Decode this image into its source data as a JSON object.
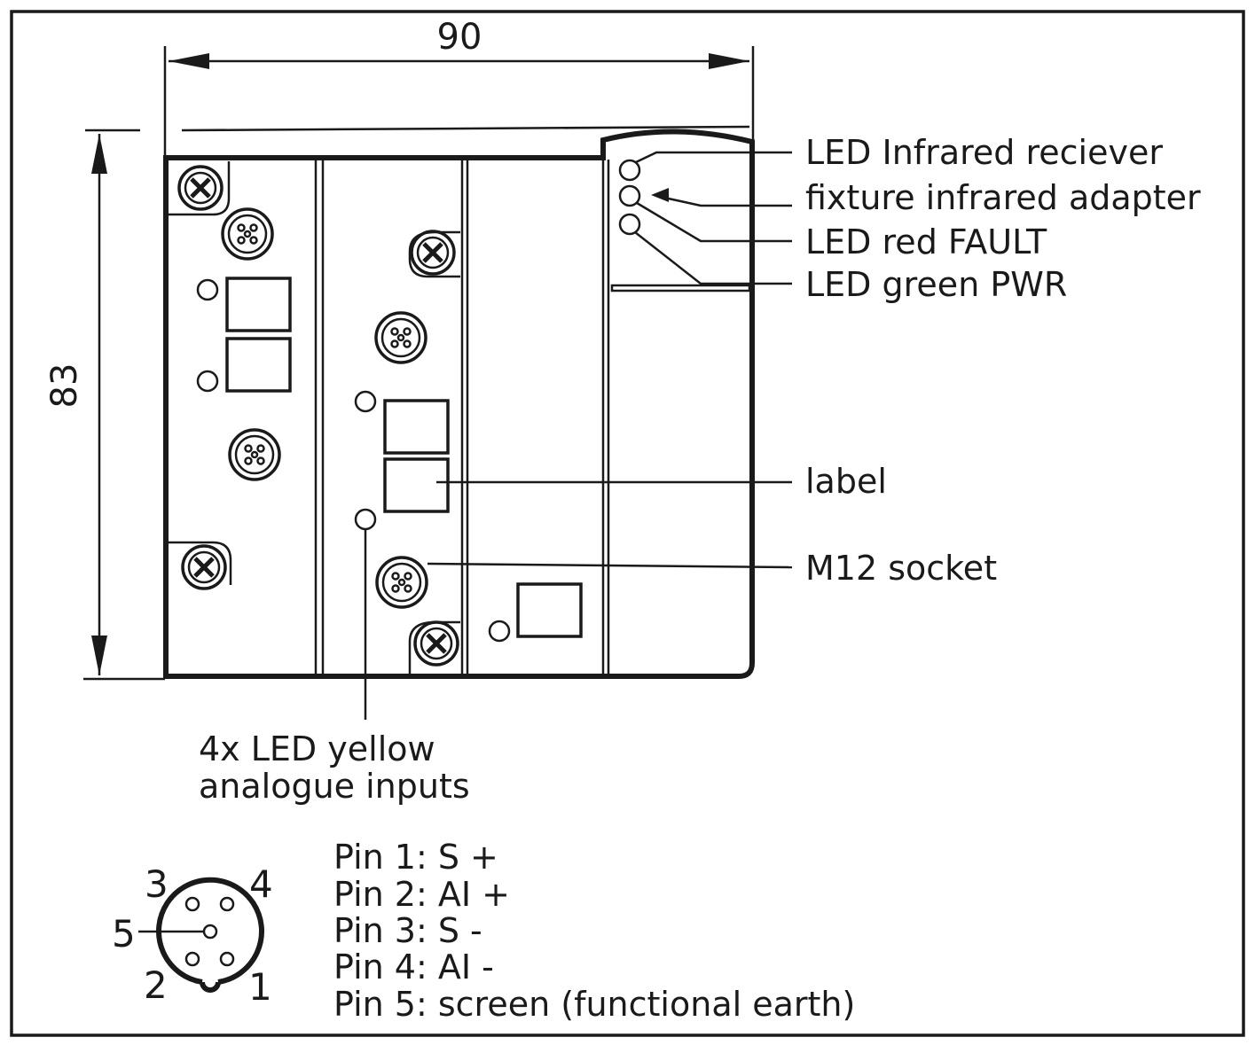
{
  "dimensions": {
    "width_label": "90",
    "height_label": "83"
  },
  "callouts": {
    "led_infrared": "LED Infrared reciever",
    "fixture_infrared": "fixture infrared adapter",
    "led_red": "LED red FAULT",
    "led_green": "LED green PWR",
    "label": "label",
    "m12_socket": "M12 socket"
  },
  "yellow_leds": {
    "line1": "4x LED yellow",
    "line2": "analogue inputs"
  },
  "pin_diagram": {
    "numbers": [
      "1",
      "2",
      "3",
      "4",
      "5"
    ],
    "pins": [
      "Pin 1: S +",
      "Pin 2: AI +",
      "Pin 3: S -",
      "Pin 4: AI -",
      "Pin 5: screen (functional earth)"
    ]
  }
}
